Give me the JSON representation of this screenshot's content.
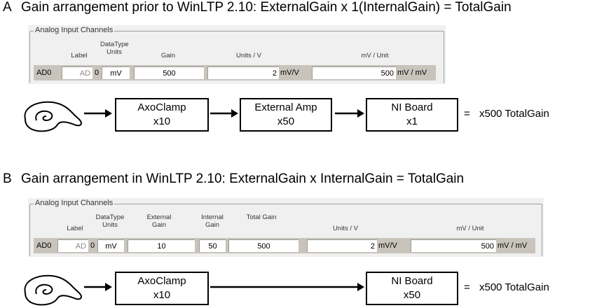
{
  "section_a": {
    "letter": "A",
    "title": "Gain arrangement prior to WinLTP 2.10:  ExternalGain x 1(InternalGain) = TotalGain",
    "panel": {
      "group_title": "Analog Input Channels",
      "headers": {
        "label": "Label",
        "datatype": "DataType Units",
        "gain": "Gain",
        "units_per_v": "Units / V",
        "mv_per_unit": "mV / Unit"
      },
      "row": {
        "channel": "AD0",
        "label_value": "AD",
        "index": "0",
        "units": "mV",
        "gain": "500",
        "units_per_v": "2",
        "units_per_v_unit": "mV/V",
        "mv_per_unit": "500",
        "mv_per_unit_unit": "mV / mV"
      }
    },
    "diagram": {
      "boxes": [
        {
          "name": "AxoClamp",
          "gain": "x10"
        },
        {
          "name": "External Amp",
          "gain": "x50"
        },
        {
          "name": "NI Board",
          "gain": "x1"
        }
      ],
      "equals": "=",
      "total": "x500  TotalGain"
    }
  },
  "section_b": {
    "letter": "B",
    "title": "Gain arrangement in WinLTP 2.10:  ExternalGain x InternalGain = TotalGain",
    "panel": {
      "group_title": "Analog Input Channels",
      "headers": {
        "label": "Label",
        "datatype": "DataType Units",
        "external_gain": "External Gain",
        "internal_gain": "Internal Gain",
        "total_gain": "Total Gain",
        "units_per_v": "Units / V",
        "mv_per_unit": "mV / Unit"
      },
      "row": {
        "channel": "AD0",
        "label_value": "AD",
        "index": "0",
        "units": "mV",
        "external_gain": "10",
        "internal_gain": "50",
        "total_gain": "500",
        "units_per_v": "2",
        "units_per_v_unit": "mV/V",
        "mv_per_unit": "500",
        "mv_per_unit_unit": "mV / mV"
      }
    },
    "diagram": {
      "boxes": [
        {
          "name": "AxoClamp",
          "gain": "x10"
        },
        {
          "name": "NI Board",
          "gain": "x50"
        }
      ],
      "equals": "=",
      "total": "x500  TotalGain"
    }
  }
}
